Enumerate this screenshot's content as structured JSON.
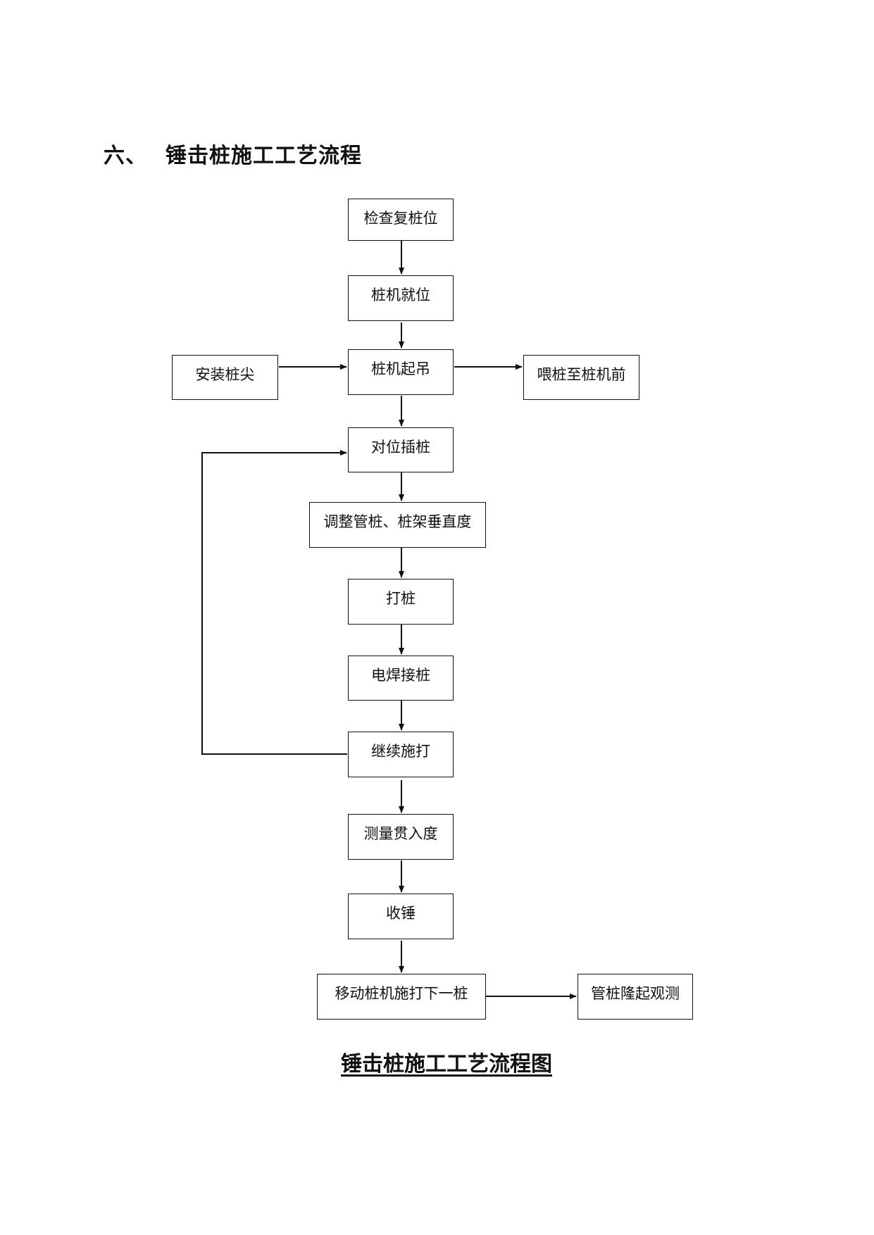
{
  "heading": {
    "number": "六、",
    "title": "锤击桩施工工艺流程"
  },
  "flowchart": {
    "steps": [
      "检查复桩位",
      "桩机就位",
      "桩机起吊",
      "对位插桩",
      "调整管桩、桩架垂直度",
      "打桩",
      "电焊接桩",
      "继续施打",
      "测量贯入度",
      "收锤",
      "移动桩机施打下一桩"
    ],
    "side_steps": {
      "before_lift": "安装桩尖",
      "after_lift": "喂桩至桩机前",
      "after_move": "管桩隆起观测"
    }
  },
  "caption": "锤击桩施工工艺流程图"
}
